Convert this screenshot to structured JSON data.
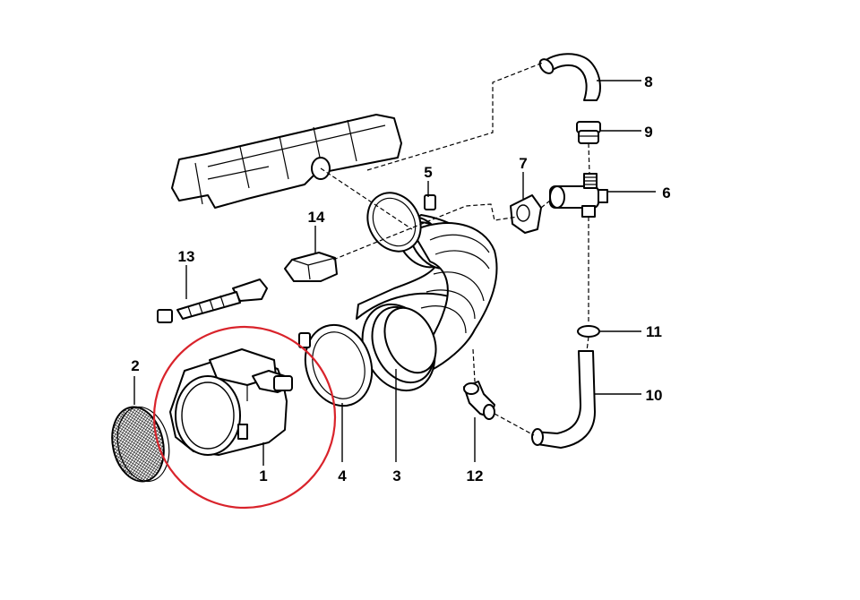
{
  "diagram": {
    "highlight_color": "#d9232b",
    "callouts": {
      "c1": "1",
      "c2": "2",
      "c3": "3",
      "c4": "4",
      "c5": "5",
      "c6": "6",
      "c7": "7",
      "c8": "8",
      "c9": "9",
      "c10": "10",
      "c11": "11",
      "c12": "12",
      "c13": "13",
      "c14": "14"
    }
  }
}
